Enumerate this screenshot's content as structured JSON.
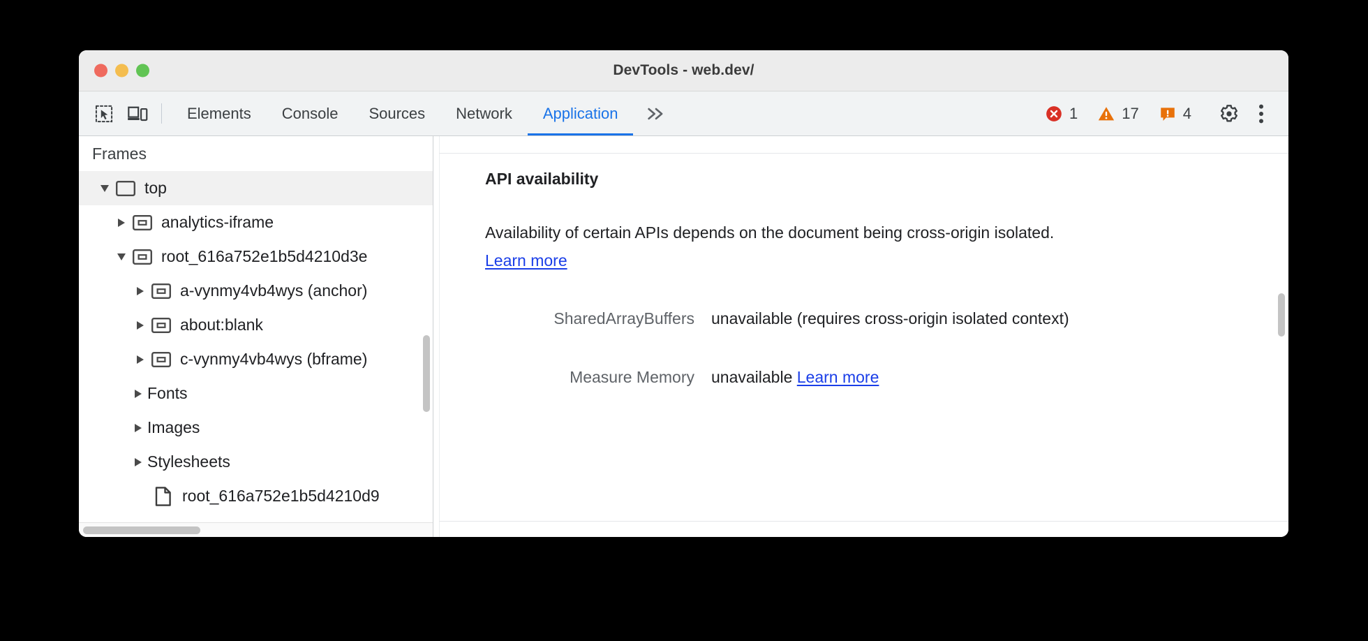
{
  "window": {
    "title": "DevTools - web.dev/",
    "traffic_lights": [
      "close-red",
      "minimize-yellow",
      "maximize-green"
    ]
  },
  "toolbar": {
    "inspect_icon": "inspect-element-icon",
    "device_icon": "device-toolbar-icon",
    "tabs": [
      {
        "label": "Elements",
        "active": false
      },
      {
        "label": "Console",
        "active": false
      },
      {
        "label": "Sources",
        "active": false
      },
      {
        "label": "Network",
        "active": false
      },
      {
        "label": "Application",
        "active": true
      }
    ],
    "overflow_label": "»",
    "status": {
      "errors": {
        "icon": "error-icon",
        "count": "1",
        "color": "#d93025"
      },
      "warnings": {
        "icon": "warning-icon",
        "count": "17",
        "color": "#e8710a"
      },
      "issues": {
        "icon": "issue-icon",
        "count": "4",
        "color": "#e8710a"
      }
    },
    "settings_icon": "gear-icon",
    "more_icon": "kebab-menu-icon"
  },
  "sidebar": {
    "header": "Frames",
    "tree": [
      {
        "label": "top",
        "indent": 0,
        "twisty": "down",
        "icon": "frame-top-icon",
        "selected": true
      },
      {
        "label": "analytics-iframe",
        "indent": 1,
        "twisty": "right",
        "icon": "iframe-icon",
        "selected": false
      },
      {
        "label": "root_616a752e1b5d4210d3e",
        "indent": 1,
        "twisty": "down",
        "icon": "iframe-icon",
        "selected": false
      },
      {
        "label": "a-vynmy4vb4wys (anchor)",
        "indent": 2,
        "twisty": "right",
        "icon": "iframe-icon",
        "selected": false
      },
      {
        "label": "about:blank",
        "indent": 2,
        "twisty": "right",
        "icon": "iframe-icon",
        "selected": false
      },
      {
        "label": "c-vynmy4vb4wys (bframe)",
        "indent": 2,
        "twisty": "right",
        "icon": "iframe-icon",
        "selected": false
      },
      {
        "label": "Fonts",
        "indent": 2,
        "twisty": "right",
        "icon": "none",
        "selected": false
      },
      {
        "label": "Images",
        "indent": 2,
        "twisty": "right",
        "icon": "none",
        "selected": false
      },
      {
        "label": "Stylesheets",
        "indent": 2,
        "twisty": "right",
        "icon": "none",
        "selected": false
      },
      {
        "label": "root_616a752e1b5d4210d9",
        "indent": 3,
        "twisty": "none",
        "icon": "document-icon",
        "selected": false
      }
    ]
  },
  "main": {
    "heading": "API availability",
    "description_part1": "Availability of certain APIs depends on the document being cross-origin isolated. ",
    "description_link": "Learn more",
    "rows": [
      {
        "label": "SharedArrayBuffers",
        "value": "unavailable  (requires cross-origin isolated context)",
        "link": ""
      },
      {
        "label": "Measure Memory",
        "value": "unavailable ",
        "link": "Learn more"
      }
    ]
  }
}
